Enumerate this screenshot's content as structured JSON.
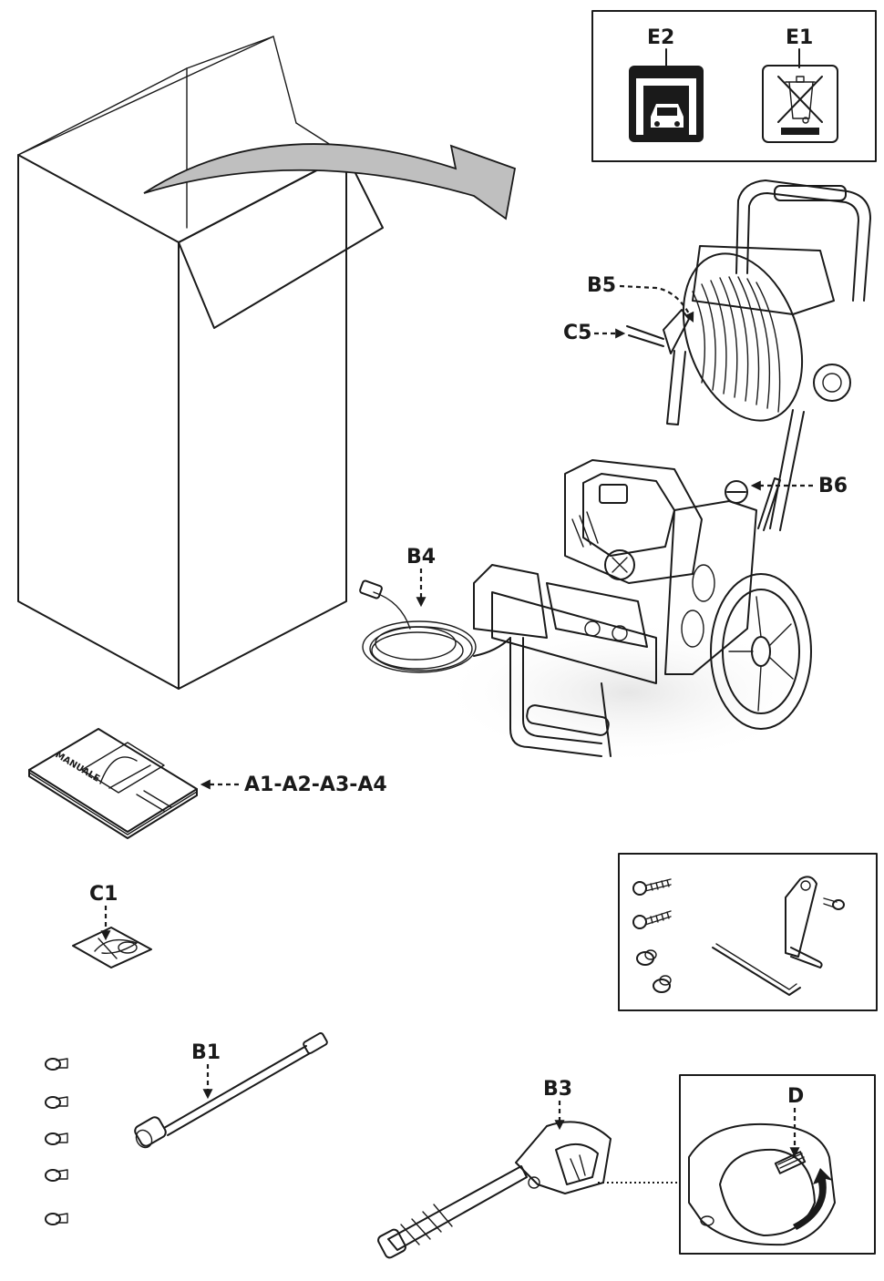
{
  "labels": {
    "e2": "E2",
    "e1": "E1",
    "b5": "B5",
    "c5": "C5",
    "b6": "B6",
    "b4": "B4",
    "a_set": "A1-A2-A3-A4",
    "c1": "C1",
    "b1": "B1",
    "b3": "B3",
    "d": "D"
  },
  "manual_cover_text": "MANUALE",
  "icons": {
    "e2": "garage-car-icon",
    "e1": "crossed-out-wheelie-bin-icon"
  },
  "colors": {
    "line": "#1a1a1a",
    "arrow_fill": "#bfbfbf",
    "shadow": "#eeeeee"
  }
}
